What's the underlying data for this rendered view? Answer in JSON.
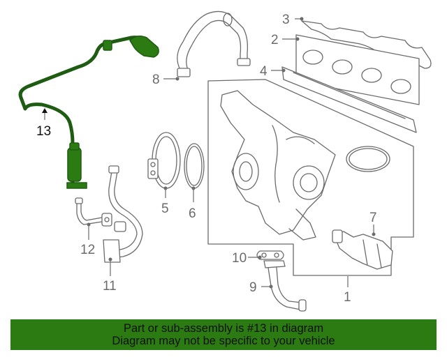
{
  "diagram": {
    "highlighted_part": "13",
    "callouts": [
      {
        "id": "1",
        "label": "1"
      },
      {
        "id": "2",
        "label": "2"
      },
      {
        "id": "3",
        "label": "3"
      },
      {
        "id": "4",
        "label": "4"
      },
      {
        "id": "5",
        "label": "5"
      },
      {
        "id": "6",
        "label": "6"
      },
      {
        "id": "7",
        "label": "7"
      },
      {
        "id": "8",
        "label": "8"
      },
      {
        "id": "9",
        "label": "9"
      },
      {
        "id": "10",
        "label": "10"
      },
      {
        "id": "11",
        "label": "11"
      },
      {
        "id": "12",
        "label": "12"
      },
      {
        "id": "13",
        "label": "13"
      }
    ]
  },
  "banner": {
    "line1": "Part or sub-assembly is #13 in diagram",
    "line2": "Diagram may not be specific to your vehicle",
    "background_color": "#2b7a12"
  },
  "colors": {
    "highlight_part": "#2b7a12",
    "line_art": "#6b6b6b"
  }
}
